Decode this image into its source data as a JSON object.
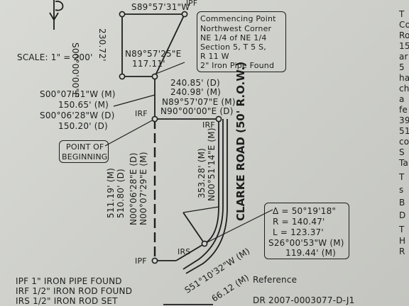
{
  "top": {
    "bearing_top": "S89°57'31\"W",
    "ipf_top": "IPF"
  },
  "scale": "SCALE: 1\" = 200'",
  "left_vertical": {
    "distance": "230.72'",
    "bearing": "S00°00'00\"E"
  },
  "north_seg": {
    "bearing": "N89°57'25\"E",
    "distance": "117.11'"
  },
  "commencing": {
    "lines": [
      "Commencing Point",
      "Northwest Corner",
      "NE 1/4 of NE 1/4",
      "Section 5, T 5 S,",
      "R 11 W",
      "2\" Iron Pipe Found"
    ]
  },
  "top_line": {
    "d1": "240.85' (D)",
    "d2": "240.98' (M)",
    "b1": "N89°57'07\"E (M)",
    "b2": "N90°00'00\"E (D)"
  },
  "west_tie": {
    "b1": "S00°07'51\"W (M)",
    "d1": "150.65' (M)",
    "b2": "S00°06'28\"W (D)",
    "d2": "150.20' (D)"
  },
  "irf_left": "IRF",
  "irf_right": "IRF",
  "pob": [
    "POINT OF",
    "BEGINNING"
  ],
  "west_line": {
    "l1": "511.19' (M)",
    "l2": "510.80' (D)",
    "l3": "N00°06'28\"E (D)",
    "l4": "N00°07'29\"E (M)"
  },
  "east_line": {
    "d": "353.28' (M)",
    "b": "N00°51'14\"E (M)"
  },
  "road": "CLARKE ROAD (50' R.O.W.)",
  "curve": {
    "delta": "Δ = 50°19'18\"",
    "radius": "R = 140.47'",
    "length": "L = 123.37'",
    "chord_bearing": "S26°00'53\"W (M)",
    "chord": "119.44' (M)"
  },
  "irs": "IRS",
  "ipf_bottom": "IPF",
  "south_line": {
    "b": "S51°10'32\"W (M)",
    "d": "66.12 (M)"
  },
  "legend": [
    "IPF 1\" IRON PIPE FOUND",
    "IRF 1/2\" IRON ROD FOUND",
    "IRS 1/2\" IRON ROD SET"
  ],
  "reference": {
    "title": "Reference",
    "dr": "DR 2007-0003077-D-J1"
  },
  "right_margin": [
    "T",
    "Co",
    "Ro",
    "15",
    "ar",
    "5",
    "ha",
    "ch",
    "a",
    "fe",
    "39",
    "51",
    "co",
    "S",
    "Ta",
    "T",
    "s",
    "B",
    "D",
    "T",
    "H",
    "R"
  ]
}
